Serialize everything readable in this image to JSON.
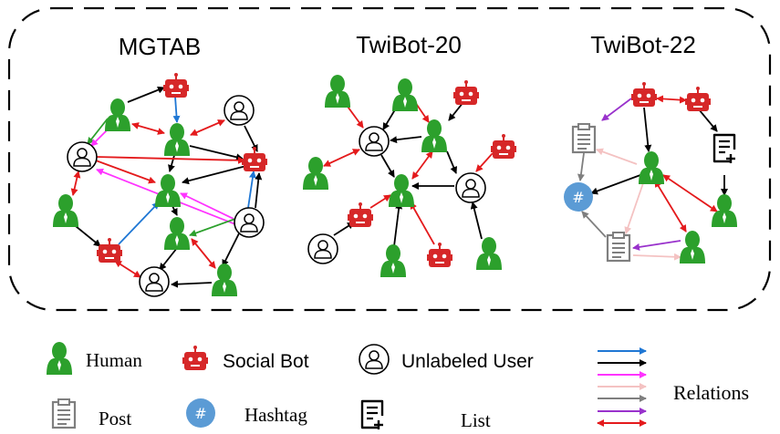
{
  "panels": [
    {
      "title": "MGTAB"
    },
    {
      "title": "TwiBot-20"
    },
    {
      "title": "TwiBot-22"
    }
  ],
  "legend": {
    "human": "Human",
    "social_bot": "Social Bot",
    "unlabeled_user": "Unlabeled User",
    "post": "Post",
    "hashtag": "Hashtag",
    "hashtag_symbol": "#",
    "list": "List",
    "relations": "Relations"
  },
  "colors": {
    "human": "#2ca02c",
    "bot": "#d62728",
    "hashtag": "#5b9bd5",
    "post": "#808080",
    "relations": [
      "#1f77d4",
      "#000000",
      "#ff33ff",
      "#f4c2c2",
      "#7f7f7f",
      "#9932cc",
      "#e41a1c"
    ]
  }
}
